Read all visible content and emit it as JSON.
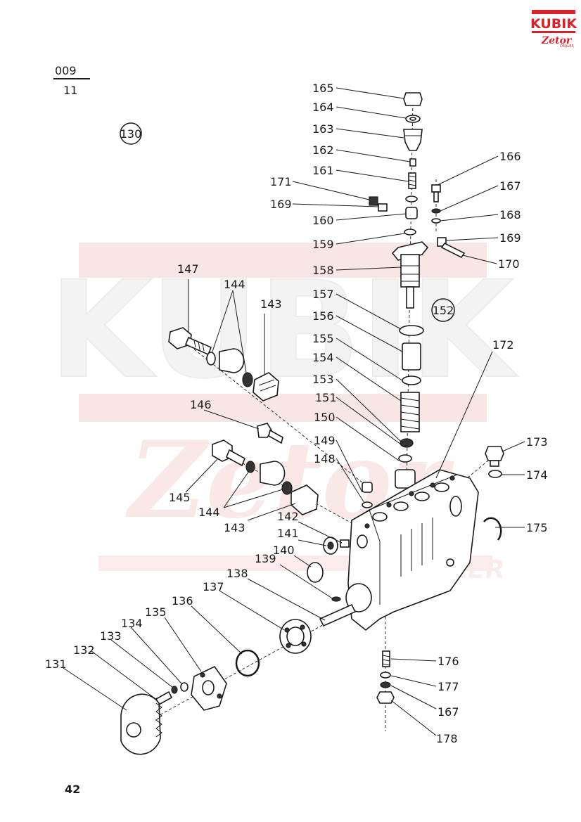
{
  "logo": {
    "brand": "KUBIK",
    "sub": "Zetor",
    "tag": "DEALER",
    "color": "#d9232a"
  },
  "watermark": {
    "brand": "KUBIK",
    "sub": "Zetor",
    "tag": "DEALER",
    "color": "#f4c9c9"
  },
  "figure": {
    "fraction_top": "009",
    "fraction_bottom": "11",
    "assembly_a": "130",
    "assembly_b": "152"
  },
  "page_number": "42",
  "parts": [
    {
      "id": "p165",
      "label": "165"
    },
    {
      "id": "p164",
      "label": "164"
    },
    {
      "id": "p163",
      "label": "163"
    },
    {
      "id": "p162",
      "label": "162"
    },
    {
      "id": "p161",
      "label": "161"
    },
    {
      "id": "p171",
      "label": "171"
    },
    {
      "id": "p169a",
      "label": "169"
    },
    {
      "id": "p160",
      "label": "160"
    },
    {
      "id": "p159",
      "label": "159"
    },
    {
      "id": "p158",
      "label": "158"
    },
    {
      "id": "p157",
      "label": "157"
    },
    {
      "id": "p156",
      "label": "156"
    },
    {
      "id": "p155",
      "label": "155"
    },
    {
      "id": "p154",
      "label": "154"
    },
    {
      "id": "p153",
      "label": "153"
    },
    {
      "id": "p151",
      "label": "151"
    },
    {
      "id": "p150",
      "label": "150"
    },
    {
      "id": "p149",
      "label": "149"
    },
    {
      "id": "p148",
      "label": "148"
    },
    {
      "id": "p166",
      "label": "166"
    },
    {
      "id": "p167a",
      "label": "167"
    },
    {
      "id": "p168",
      "label": "168"
    },
    {
      "id": "p169b",
      "label": "169"
    },
    {
      "id": "p170",
      "label": "170"
    },
    {
      "id": "p172",
      "label": "172"
    },
    {
      "id": "p173",
      "label": "173"
    },
    {
      "id": "p174",
      "label": "174"
    },
    {
      "id": "p175",
      "label": "175"
    },
    {
      "id": "p147",
      "label": "147"
    },
    {
      "id": "p144a",
      "label": "144"
    },
    {
      "id": "p143a",
      "label": "143"
    },
    {
      "id": "p146",
      "label": "146"
    },
    {
      "id": "p145",
      "label": "145"
    },
    {
      "id": "p144b",
      "label": "144"
    },
    {
      "id": "p143b",
      "label": "143"
    },
    {
      "id": "p142",
      "label": "142"
    },
    {
      "id": "p141",
      "label": "141"
    },
    {
      "id": "p140",
      "label": "140"
    },
    {
      "id": "p139",
      "label": "139"
    },
    {
      "id": "p138",
      "label": "138"
    },
    {
      "id": "p137",
      "label": "137"
    },
    {
      "id": "p136",
      "label": "136"
    },
    {
      "id": "p135",
      "label": "135"
    },
    {
      "id": "p134",
      "label": "134"
    },
    {
      "id": "p133",
      "label": "133"
    },
    {
      "id": "p132",
      "label": "132"
    },
    {
      "id": "p131",
      "label": "131"
    },
    {
      "id": "p176",
      "label": "176"
    },
    {
      "id": "p177",
      "label": "177"
    },
    {
      "id": "p167b",
      "label": "167"
    },
    {
      "id": "p178",
      "label": "178"
    }
  ]
}
